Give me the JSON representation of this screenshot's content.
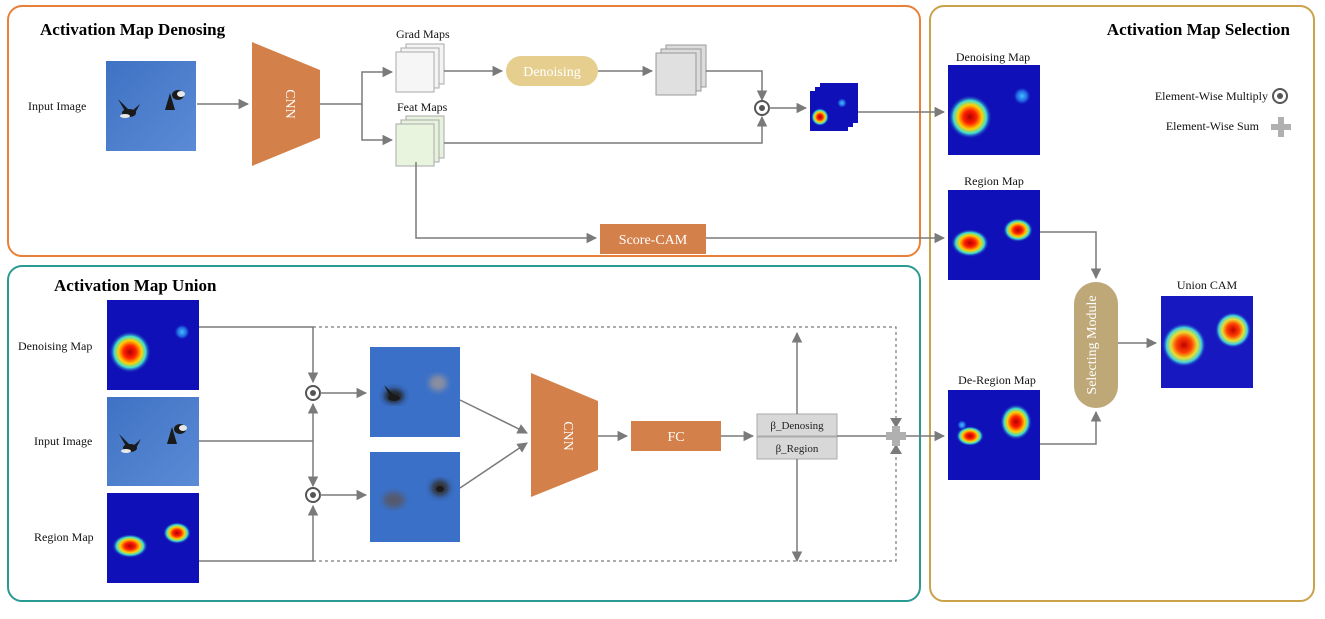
{
  "panels": {
    "denoising": {
      "title": "Activation Map Denosing"
    },
    "selection": {
      "title": "Activation Map Selection"
    },
    "union": {
      "title": "Activation Map Union"
    }
  },
  "denoising": {
    "input_label": "Input Image",
    "cnn_label": "CNN",
    "grad_label": "Grad Maps",
    "feat_label": "Feat Maps",
    "denoise_label": "Denoising",
    "scorecam_label": "Score-CAM"
  },
  "union": {
    "denoising_map_label": "Denoising Map",
    "input_label": "Input Image",
    "region_map_label": "Region Map",
    "cnn_label": "CNN",
    "fc_label": "FC",
    "beta_denoising": "β_Denosing",
    "beta_region": "β_Region"
  },
  "selection": {
    "denoising_map_label": "Denoising Map",
    "region_map_label": "Region Map",
    "deregion_map_label": "De-Region Map",
    "selecting_label": "Selecting Module",
    "union_cam_label": "Union CAM",
    "legend_multiply": "Element-Wise Multiply",
    "legend_sum": "Element-Wise Sum"
  },
  "colors": {
    "denoise_panel_border": "#e8803a",
    "union_panel_border": "#2a9a93",
    "selection_panel_border": "#c9a24a",
    "cnn_orange": "#d4804a",
    "denoise_pill": "#e6cf8e",
    "select_pill": "#bfa878",
    "arrow_gray": "#7a7a7a",
    "sky_blue": "#4a78c8",
    "heat_bg": "#1010b8"
  }
}
